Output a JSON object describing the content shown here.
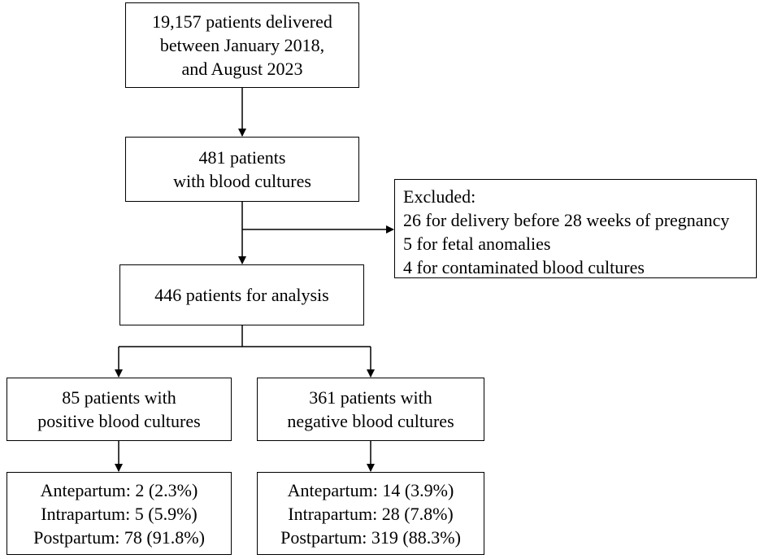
{
  "boxes": {
    "delivered": {
      "lines": [
        "19,157 patients delivered",
        "between January 2018,",
        "and  August 2023"
      ]
    },
    "blood_cultures": {
      "lines": [
        "481 patients",
        "with blood cultures"
      ]
    },
    "excluded": {
      "lines": [
        "Excluded:",
        "26 for delivery before 28 weeks of pregnancy",
        "5 for fetal anomalies",
        "4 for contaminated blood cultures"
      ]
    },
    "analysis": {
      "lines": [
        "446 patients for analysis"
      ]
    },
    "positive": {
      "lines": [
        "85 patients with",
        "positive blood cultures"
      ]
    },
    "negative": {
      "lines": [
        "361 patients with",
        "negative blood cultures"
      ]
    },
    "positive_timing": {
      "lines": [
        "Antepartum: 2 (2.3%)",
        "Intrapartum: 5 (5.9%)",
        "Postpartum: 78 (91.8%)"
      ]
    },
    "negative_timing": {
      "lines": [
        "Antepartum: 14 (3.9%)",
        "Intrapartum: 28 (7.8%)",
        "Postpartum: 319 (88.3%)"
      ]
    }
  }
}
